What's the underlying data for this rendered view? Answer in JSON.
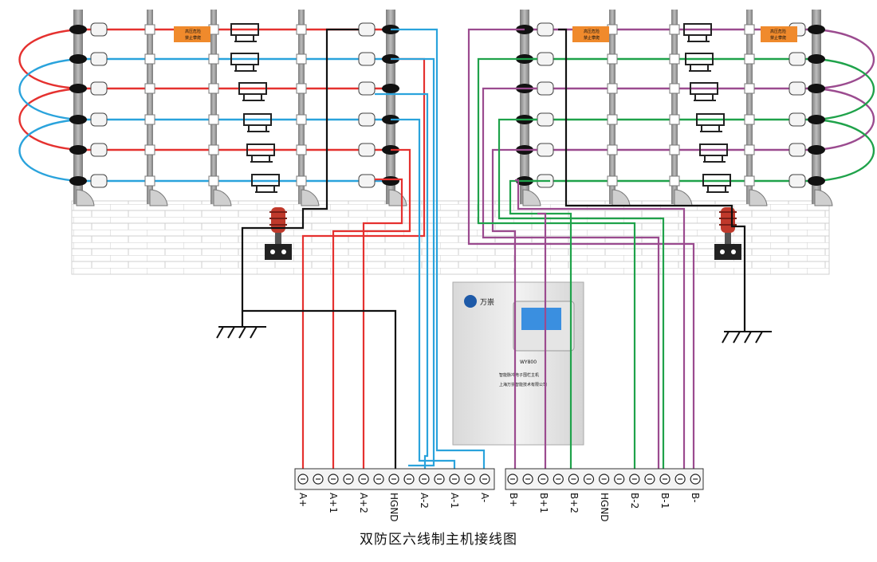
{
  "title": "双防区六线制主机接线图",
  "controller": {
    "brand": "万崇",
    "model": "WY800",
    "name_line": "智能脉冲电子围栏主机",
    "company_line": "上海万崇智能技术有限公司"
  },
  "sign_text": {
    "line1": "高压危险",
    "line2": "禁止攀爬"
  },
  "terminals_a": [
    "A+",
    "A+1",
    "A+2",
    "HGND",
    "A-2",
    "A-1",
    "A-"
  ],
  "terminals_b": [
    "B+",
    "B+1",
    "B+2",
    "HGND",
    "B-2",
    "B-1",
    "B-"
  ],
  "colors": {
    "red": "#e5312f",
    "blue": "#2aa3dc",
    "purple": "#9b4b8f",
    "green": "#1fa24a",
    "black": "#111111",
    "sign": "#f08a2c",
    "arrester": "#c0392b"
  }
}
